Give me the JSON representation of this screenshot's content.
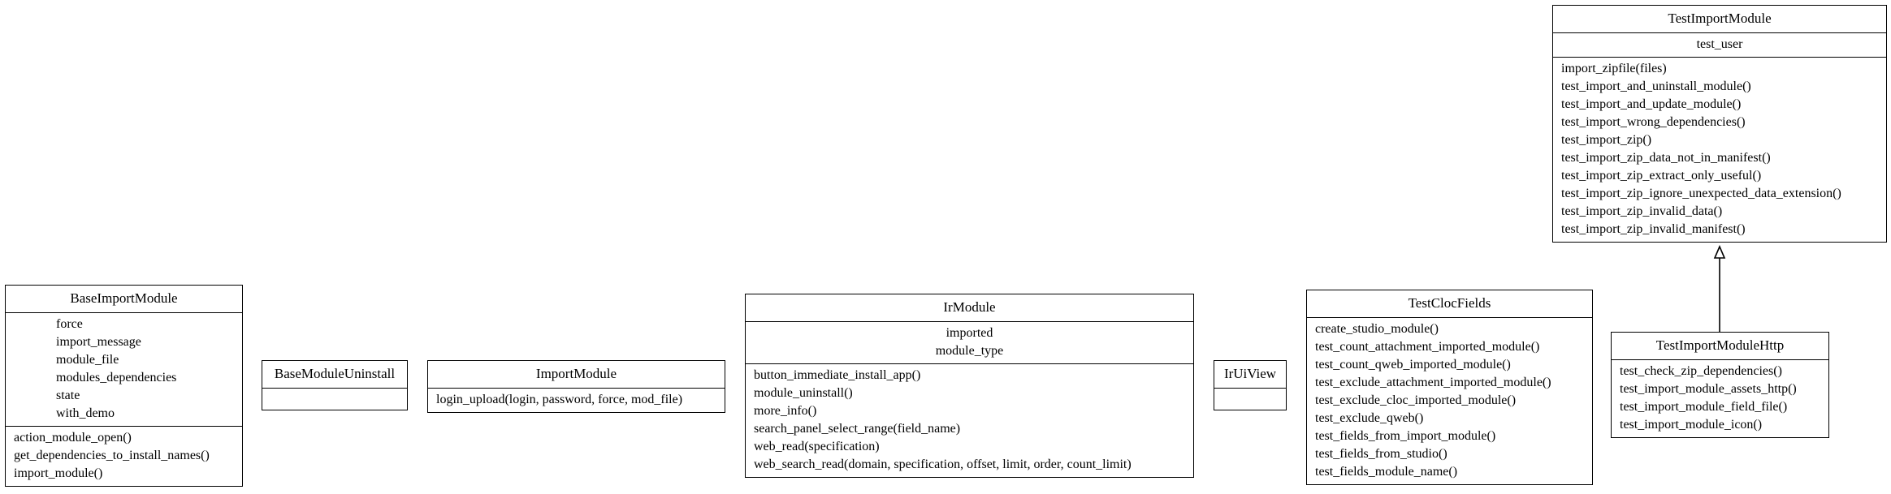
{
  "classes": {
    "base_import_module": {
      "name": "BaseImportModule",
      "attributes": [
        "force",
        "import_message",
        "module_file",
        "modules_dependencies",
        "state",
        "with_demo"
      ],
      "methods": [
        "action_module_open()",
        "get_dependencies_to_install_names()",
        "import_module()"
      ]
    },
    "base_module_uninstall": {
      "name": "BaseModuleUninstall",
      "attributes": [],
      "methods": []
    },
    "import_module": {
      "name": "ImportModule",
      "attributes": [],
      "methods": [
        "login_upload(login, password, force, mod_file)"
      ]
    },
    "ir_module": {
      "name": "IrModule",
      "attributes": [
        "imported",
        "module_type"
      ],
      "methods": [
        "button_immediate_install_app()",
        "module_uninstall()",
        "more_info()",
        "search_panel_select_range(field_name)",
        "web_read(specification)",
        "web_search_read(domain, specification, offset, limit, order, count_limit)"
      ]
    },
    "ir_ui_view": {
      "name": "IrUiView",
      "attributes": [],
      "methods": []
    },
    "test_cloc_fields": {
      "name": "TestClocFields",
      "attributes": [],
      "methods": [
        "create_studio_module()",
        "test_count_attachment_imported_module()",
        "test_count_qweb_imported_module()",
        "test_exclude_attachment_imported_module()",
        "test_exclude_cloc_imported_module()",
        "test_exclude_qweb()",
        "test_fields_from_import_module()",
        "test_fields_from_studio()",
        "test_fields_module_name()"
      ]
    },
    "test_import_module": {
      "name": "TestImportModule",
      "attributes": [
        "test_user"
      ],
      "methods": [
        "import_zipfile(files)",
        "test_import_and_uninstall_module()",
        "test_import_and_update_module()",
        "test_import_wrong_dependencies()",
        "test_import_zip()",
        "test_import_zip_data_not_in_manifest()",
        "test_import_zip_extract_only_useful()",
        "test_import_zip_ignore_unexpected_data_extension()",
        "test_import_zip_invalid_data()",
        "test_import_zip_invalid_manifest()"
      ]
    },
    "test_import_module_http": {
      "name": "TestImportModuleHttp",
      "attributes": [],
      "methods": [
        "test_check_zip_dependencies()",
        "test_import_module_assets_http()",
        "test_import_module_field_file()",
        "test_import_module_icon()"
      ]
    }
  },
  "relations": [
    {
      "from": "TestImportModuleHttp",
      "to": "TestImportModule",
      "type": "inheritance"
    }
  ]
}
